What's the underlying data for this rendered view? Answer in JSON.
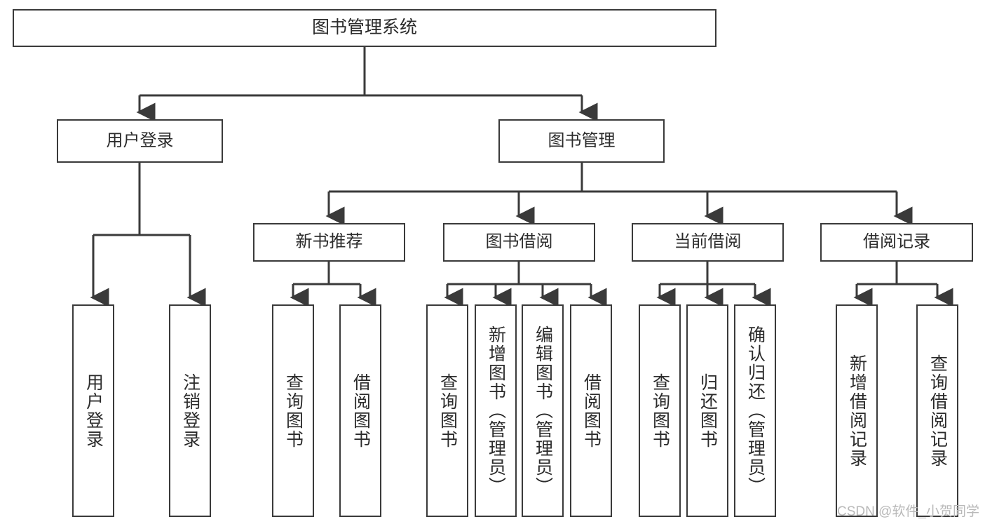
{
  "diagram": {
    "title": "图书管理系统",
    "type": "tree-hierarchy-chart",
    "watermark": "CSDN @软件_小贺同学",
    "colors": {
      "stroke": "#3a3a3a",
      "fill": "#ffffff",
      "text": "#2b2b2b",
      "watermark": "#b9b9b9"
    },
    "nodes": {
      "root": {
        "label": "图书管理系统"
      },
      "level2": [
        {
          "id": "user-login",
          "label": "用户登录"
        },
        {
          "id": "book-management",
          "label": "图书管理"
        }
      ],
      "level3": [
        {
          "id": "new-book-recommend",
          "label": "新书推荐"
        },
        {
          "id": "book-borrow",
          "label": "图书借阅"
        },
        {
          "id": "current-borrow",
          "label": "当前借阅"
        },
        {
          "id": "borrow-record",
          "label": "借阅记录"
        }
      ],
      "leaves": {
        "user_login": [
          {
            "id": "leaf-user-login",
            "label": "用户登录"
          },
          {
            "id": "leaf-user-logout",
            "label": "注销登录"
          }
        ],
        "new_book_recommend": [
          {
            "id": "leaf-query-book-1",
            "label": "查询图书"
          },
          {
            "id": "leaf-borrow-book-1",
            "label": "借阅图书"
          }
        ],
        "book_borrow": [
          {
            "id": "leaf-query-book-2",
            "label": "查询图书"
          },
          {
            "id": "leaf-add-book",
            "label": "新增图书（管理员）"
          },
          {
            "id": "leaf-edit-book",
            "label": "编辑图书（管理员）"
          },
          {
            "id": "leaf-borrow-book-2",
            "label": "借阅图书"
          }
        ],
        "current_borrow": [
          {
            "id": "leaf-query-book-3",
            "label": "查询图书"
          },
          {
            "id": "leaf-return-book",
            "label": "归还图书"
          },
          {
            "id": "leaf-confirm-return",
            "label": "确认归还（管理员）"
          }
        ],
        "borrow_record": [
          {
            "id": "leaf-add-borrow-record",
            "label": "新增借阅记录"
          },
          {
            "id": "leaf-query-borrow-record",
            "label": "查询借阅记录"
          }
        ]
      }
    }
  }
}
